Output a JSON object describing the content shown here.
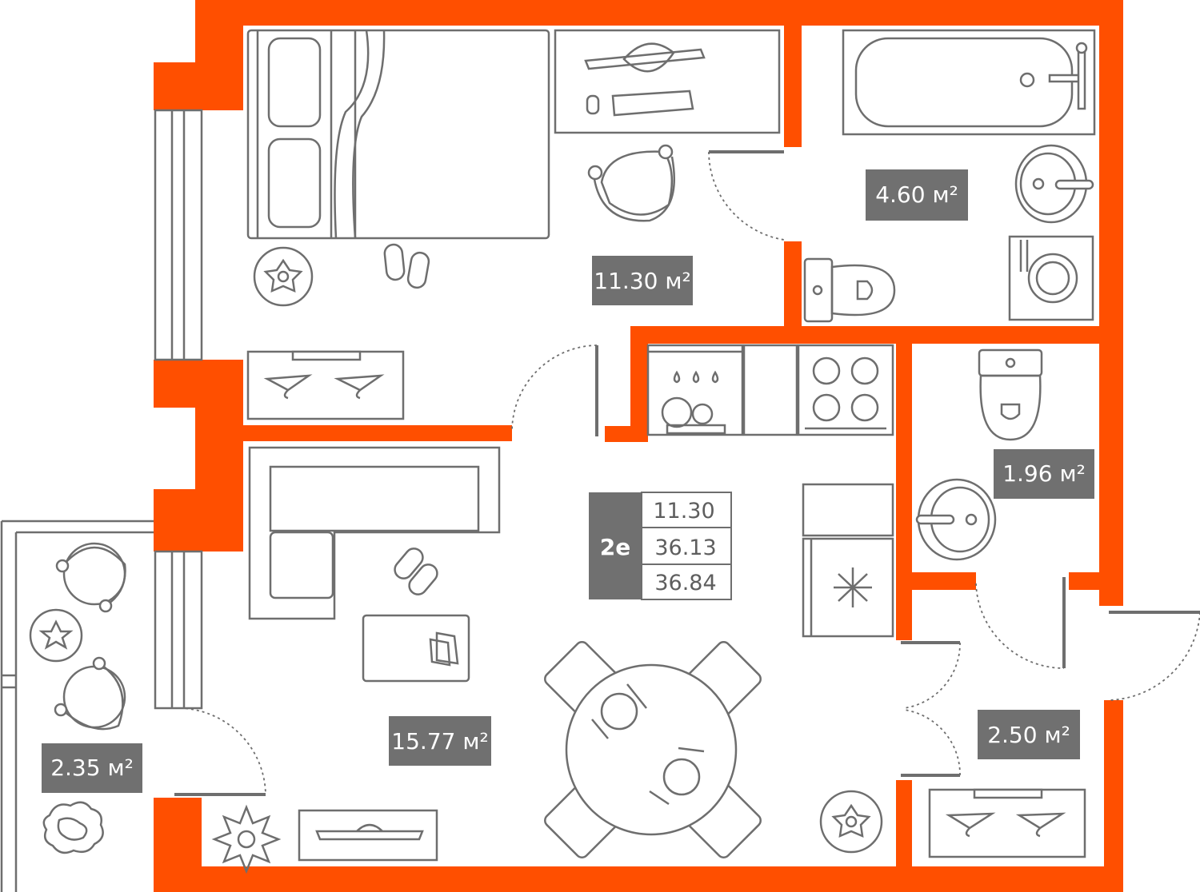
{
  "plan": {
    "apartment": {
      "type_label": "2е",
      "living_area": "11.30",
      "total_area": "36.13",
      "total_area_with_balcony": "36.84"
    },
    "rooms": {
      "bedroom": {
        "area": "11.30 м²"
      },
      "bathroom": {
        "area": "4.60 м²"
      },
      "wc": {
        "area": "1.96 м²"
      },
      "living_kitchen": {
        "area": "15.77 м²"
      },
      "hall": {
        "area": "2.50 м²"
      },
      "balcony": {
        "area": "2.35 м²"
      }
    },
    "colors": {
      "wall": "#ff4f00",
      "furniture_line": "#6e6e6e",
      "badge": "#707070",
      "background": "#ffffff"
    }
  }
}
